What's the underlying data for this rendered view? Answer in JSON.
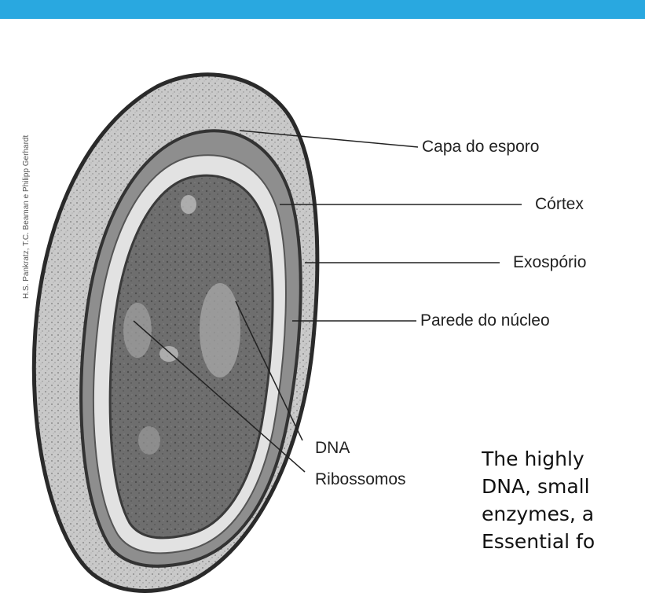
{
  "credit": "H.S. Pankratz, T.C. Beaman e Philipp Gerhardt",
  "labels": {
    "spore_coat": "Capa do esporo",
    "cortex": "Córtex",
    "exosporium": "Exospório",
    "core_wall": "Parede do núcleo",
    "dna": "DNA",
    "ribosomes": "Ribossomos"
  },
  "caption_lines": [
    "The highly",
    "DNA, small",
    "enzymes, a",
    "Essential fo"
  ],
  "colors": {
    "top_bar": "#29a8e0",
    "spore_outer": "#3a3a3a",
    "cortex": "#dcdcdc",
    "core": "#6b6b6b"
  }
}
